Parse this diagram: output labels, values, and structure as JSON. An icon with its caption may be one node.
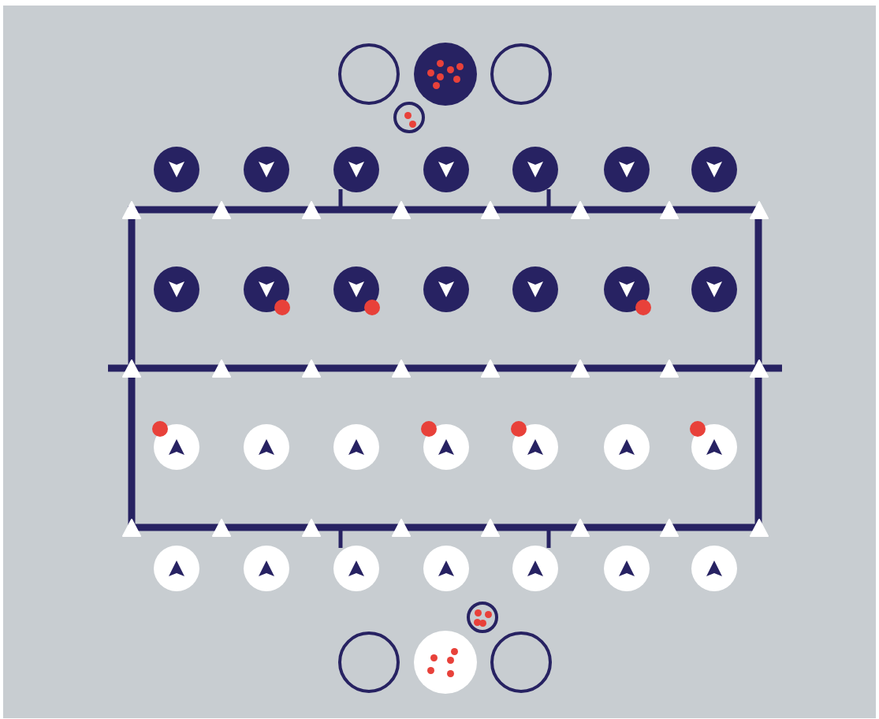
{
  "diagram": {
    "nodes": [
      {
        "text": [],
        "shape": "circle"
      },
      {
        "text": [],
        "shape": "circle"
      },
      {
        "text": [],
        "shape": "circle"
      },
      {
        "text": [],
        "shape": "circle"
      },
      {
        "text": [],
        "shape": "circle"
      },
      {
        "text": [],
        "shape": "circle"
      },
      {
        "text": [],
        "shape": "circle"
      },
      {
        "text": [],
        "shape": "circle"
      },
      {
        "text": [],
        "shape": "circle"
      },
      {
        "text": [],
        "shape": "circle"
      },
      {
        "text": [],
        "shape": "circle"
      },
      {
        "text": [],
        "shape": "circle"
      },
      {
        "text": [],
        "shape": "circle"
      },
      {
        "text": [],
        "shape": "circle"
      },
      {
        "text": [],
        "shape": "circle"
      },
      {
        "text": [],
        "shape": "circle"
      },
      {
        "text": [],
        "shape": "circle"
      },
      {
        "text": [],
        "shape": "circle"
      },
      {
        "text": [],
        "shape": "circle"
      },
      {
        "text": [],
        "shape": "circle"
      },
      {
        "text": [],
        "shape": "circle"
      },
      {
        "text": [],
        "shape": "circle"
      },
      {
        "text": [],
        "shape": "circle"
      },
      {
        "text": [],
        "shape": "circle"
      },
      {
        "text": [],
        "shape": "circle"
      },
      {
        "text": [],
        "shape": "circle"
      },
      {
        "text": [],
        "shape": "circle"
      },
      {
        "text": [],
        "shape": "circle"
      },
      {
        "text": [],
        "shape": "circle"
      },
      {
        "text": [],
        "shape": "circle"
      },
      {
        "text": [],
        "shape": "circle"
      },
      {
        "text": [],
        "shape": "circle"
      },
      {
        "text": [],
        "shape": "circle"
      },
      {
        "text": [],
        "shape": "circle"
      },
      {
        "text": [],
        "shape": "circle"
      },
      {
        "text": [],
        "shape": "circle"
      }
    ]
  }
}
